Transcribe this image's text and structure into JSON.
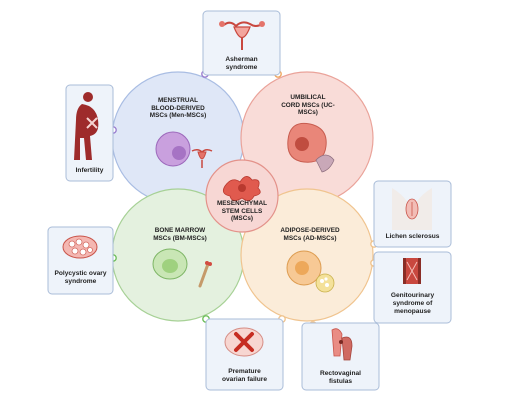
{
  "center": {
    "line1": "MESENCHYMAL",
    "line2": "STEM CELLS",
    "line3": "(MSCs)"
  },
  "circles": {
    "menstrual": {
      "line1": "MENSTRUAL",
      "line2": "BLOOD-DERIVED",
      "line3": "MSCs (Men-MSCs)",
      "fill": "#dfe7f7",
      "stroke": "#9fb3dd"
    },
    "umbilical": {
      "line1": "UMBILICAL",
      "line2": "CORD MSCs (UC-",
      "line3": "MSCs)",
      "fill": "#f9dcd8",
      "stroke": "#e99a92"
    },
    "bone": {
      "line1": "BONE MARROW",
      "line2": "MSCs (BM-MSCs)",
      "fill": "#e4f1df",
      "stroke": "#9fcc8e"
    },
    "adipose": {
      "line1": "ADIPOSE-DERIVED",
      "line2": "MSCs (AD-MSCs)",
      "fill": "#fbecd9",
      "stroke": "#efc08a"
    }
  },
  "boxes": {
    "asherman": {
      "line1": "Asherman",
      "line2": "syndrome"
    },
    "infertility": {
      "line1": "Infertility"
    },
    "polycystic": {
      "line1": "Polycystic ovary",
      "line2": "syndrome"
    },
    "lichen": {
      "line1": "Lichen sclerosus"
    },
    "genitourinary": {
      "line1": "Genitourinary",
      "line2": "syndrome of",
      "line3": "menopause"
    },
    "premature": {
      "line1": "Premature",
      "line2": "ovarian failure"
    },
    "rectovaginal": {
      "line1": "Rectovaginal",
      "line2": "fistulas"
    }
  },
  "icons": [
    "uterus-icon",
    "pregnant-woman-icon",
    "ovary-icon",
    "vulva-icon",
    "vaginal-tissue-icon",
    "crossed-ovary-icon",
    "fistula-icon",
    "msc-cell-icon"
  ]
}
